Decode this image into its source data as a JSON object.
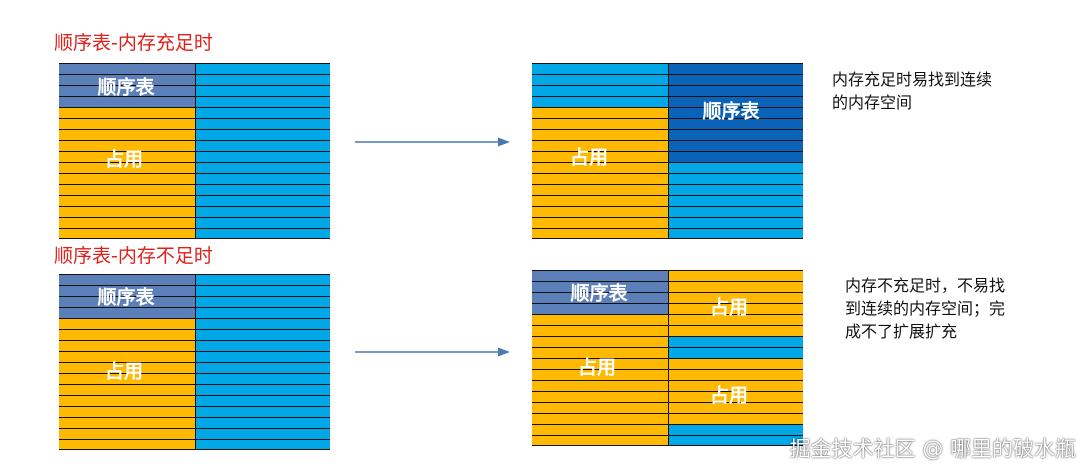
{
  "sections": {
    "sufficient": {
      "title": "顺序表-内存充足时",
      "note": [
        "内存充足时易找到连续",
        "的内存空间"
      ]
    },
    "insufficient": {
      "title": "顺序表-内存不足时",
      "note": [
        "内存不充足时，不易找",
        "到连续的内存空间；完",
        "成不了扩展扩充"
      ]
    }
  },
  "labels": {
    "seq_table": "顺序表",
    "occupied": "占用"
  },
  "colors": {
    "title_red": "#e0201a",
    "free_blue": "#00a8e8",
    "occupied_yellow": "#ffb900",
    "seq_table_blue": "#5b7fb8",
    "seq_table_dark": "#0a63b8",
    "arrow": "#4a78b4"
  },
  "watermark": "掘金技术社区 @ 哪里的破水瓶"
}
